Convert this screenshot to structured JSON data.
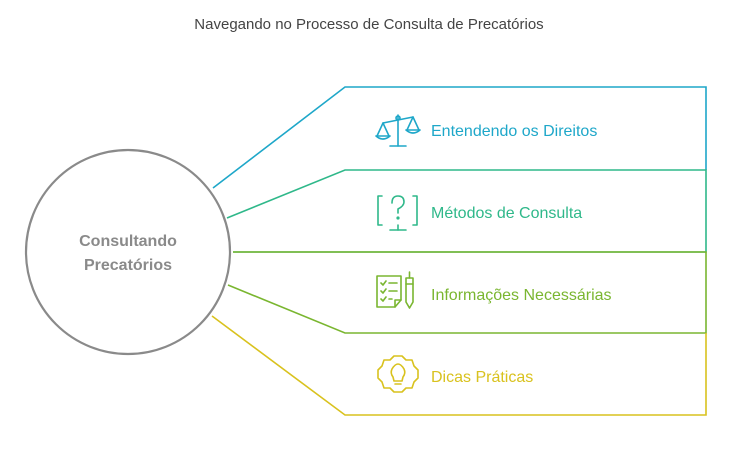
{
  "title": "Navegando no Processo de Consulta de Precatórios",
  "center": {
    "line1": "Consultando",
    "line2": "Precatórios",
    "color": "#8a8a8a"
  },
  "items": [
    {
      "label": "Entendendo os Direitos",
      "icon": "scales-icon",
      "color": "#1ea7c9"
    },
    {
      "label": "Métodos de Consulta",
      "icon": "question-monitor-icon",
      "color": "#2fb88a"
    },
    {
      "label": "Informações Necessárias",
      "icon": "checklist-pen-icon",
      "color": "#7ab630"
    },
    {
      "label": "Dicas Práticas",
      "icon": "lightbulb-gear-icon",
      "color": "#d9c21e"
    }
  ]
}
